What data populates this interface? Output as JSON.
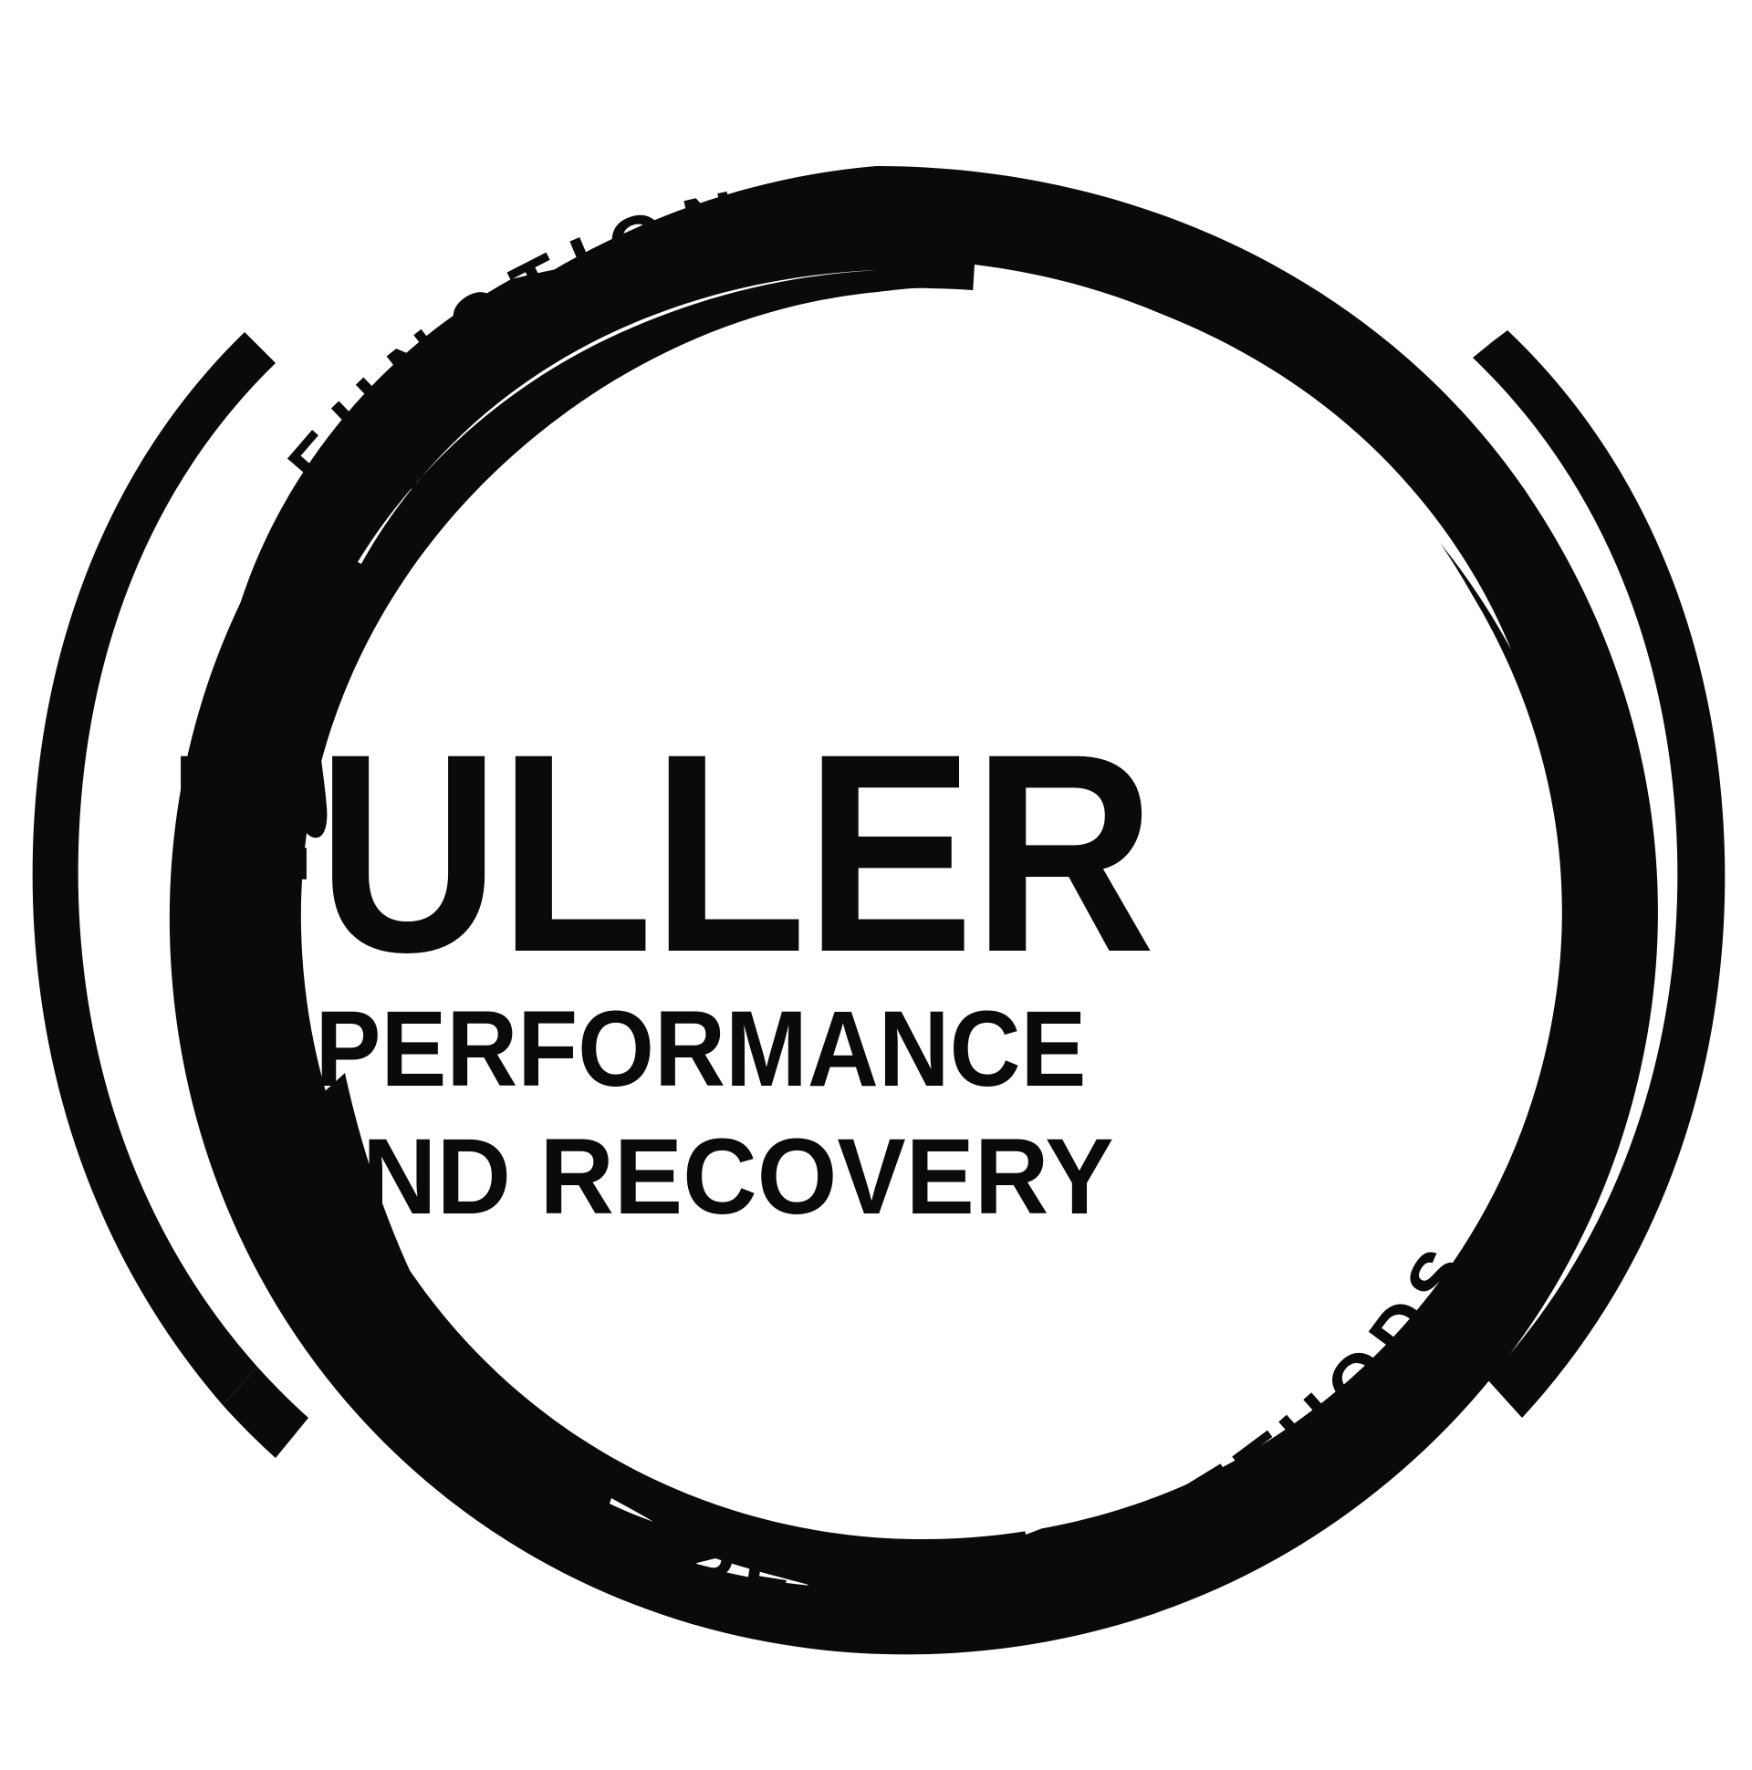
{
  "logo": {
    "brand_name": "FULLER",
    "tagline_line_1": "PERFORMANCE",
    "tagline_line_2": "AND RECOVERY",
    "arc_top_text": "FUNCTIONAL BODYWORK",
    "arc_bottom_text": "ADHESION RELEASE METHODS",
    "colors": {
      "ink": "#0a0a0a",
      "background": "#ffffff"
    },
    "marks": {
      "outer_ring": "thin-broken-circle-ring",
      "inner_ring": "thick-brush-stroke-circle"
    }
  }
}
